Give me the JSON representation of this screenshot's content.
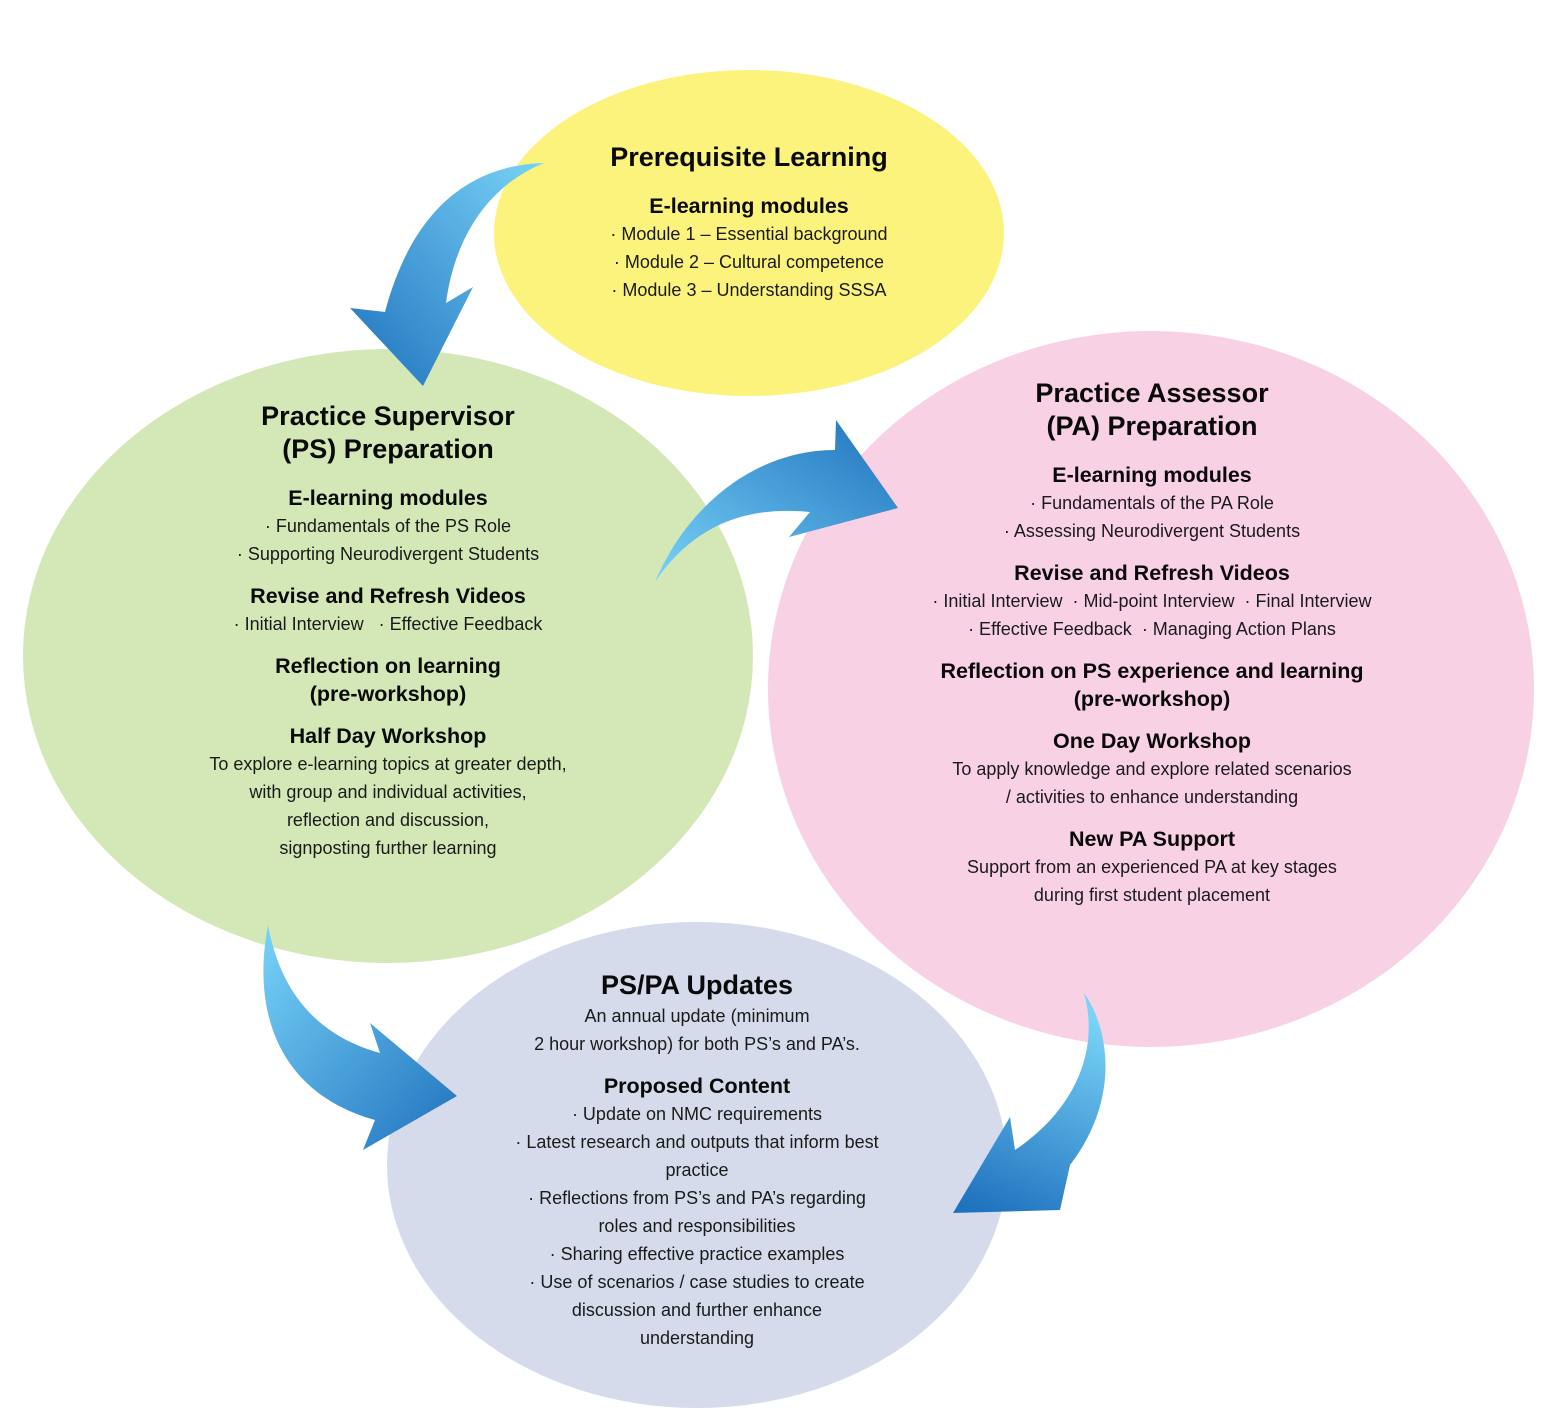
{
  "colors": {
    "prerequisite": "#fbf37b",
    "ps": "#d3e8b6",
    "pa": "#f9d1e4",
    "updates": "#d5dbeb",
    "arrow_light": "#78d3f7",
    "arrow_dark": "#1f72be"
  },
  "prerequisite": {
    "title": "Prerequisite Learning",
    "sections": [
      {
        "heading": "E-learning modules",
        "lines": [
          "· Module 1 – Essential background",
          "· Module 2 – Cultural competence",
          "· Module 3 – Understanding SSSA"
        ]
      }
    ]
  },
  "ps": {
    "title_lines": [
      "Practice Supervisor",
      "(PS) Preparation"
    ],
    "sections": [
      {
        "heading": "E-learning modules",
        "lines": [
          "· Fundamentals of the PS Role",
          "· Supporting Neurodivergent Students"
        ]
      },
      {
        "heading": "Revise and Refresh Videos",
        "lines": [
          "· Initial Interview   · Effective Feedback"
        ]
      },
      {
        "heading_lines": [
          "Reflection on learning",
          "(pre-workshop)"
        ]
      },
      {
        "heading": "Half Day Workshop",
        "lines": [
          "To explore e-learning topics at greater depth,",
          "with group and individual activities,",
          "reflection and discussion,",
          "signposting further learning"
        ]
      }
    ]
  },
  "pa": {
    "title_lines": [
      "Practice Assessor",
      "(PA) Preparation"
    ],
    "sections": [
      {
        "heading": "E-learning modules",
        "lines": [
          "· Fundamentals of the PA Role",
          "· Assessing Neurodivergent Students"
        ]
      },
      {
        "heading": "Revise and Refresh Videos",
        "lines": [
          "· Initial Interview  · Mid-point Interview  · Final Interview",
          "· Effective Feedback  · Managing Action Plans"
        ]
      },
      {
        "heading_lines": [
          "Reflection on PS experience and learning",
          "(pre-workshop)"
        ]
      },
      {
        "heading": "One Day Workshop",
        "lines": [
          "To apply knowledge and explore related scenarios",
          "/ activities to enhance understanding"
        ]
      },
      {
        "heading": "New PA Support",
        "lines": [
          "Support from an experienced PA at key stages",
          "during first student placement"
        ]
      }
    ]
  },
  "updates": {
    "title": "PS/PA Updates",
    "intro_lines": [
      "An annual update (minimum",
      "2 hour workshop) for both PS’s and PA’s."
    ],
    "sections": [
      {
        "heading": "Proposed Content",
        "lines": [
          "· Update on NMC requirements",
          "· Latest research and outputs that inform best",
          "practice",
          "· Reflections from PS’s and PA’s regarding",
          "roles and responsibilities",
          "· Sharing effective practice examples",
          "· Use of scenarios / case studies to create",
          "discussion and further enhance",
          "understanding"
        ]
      }
    ]
  }
}
